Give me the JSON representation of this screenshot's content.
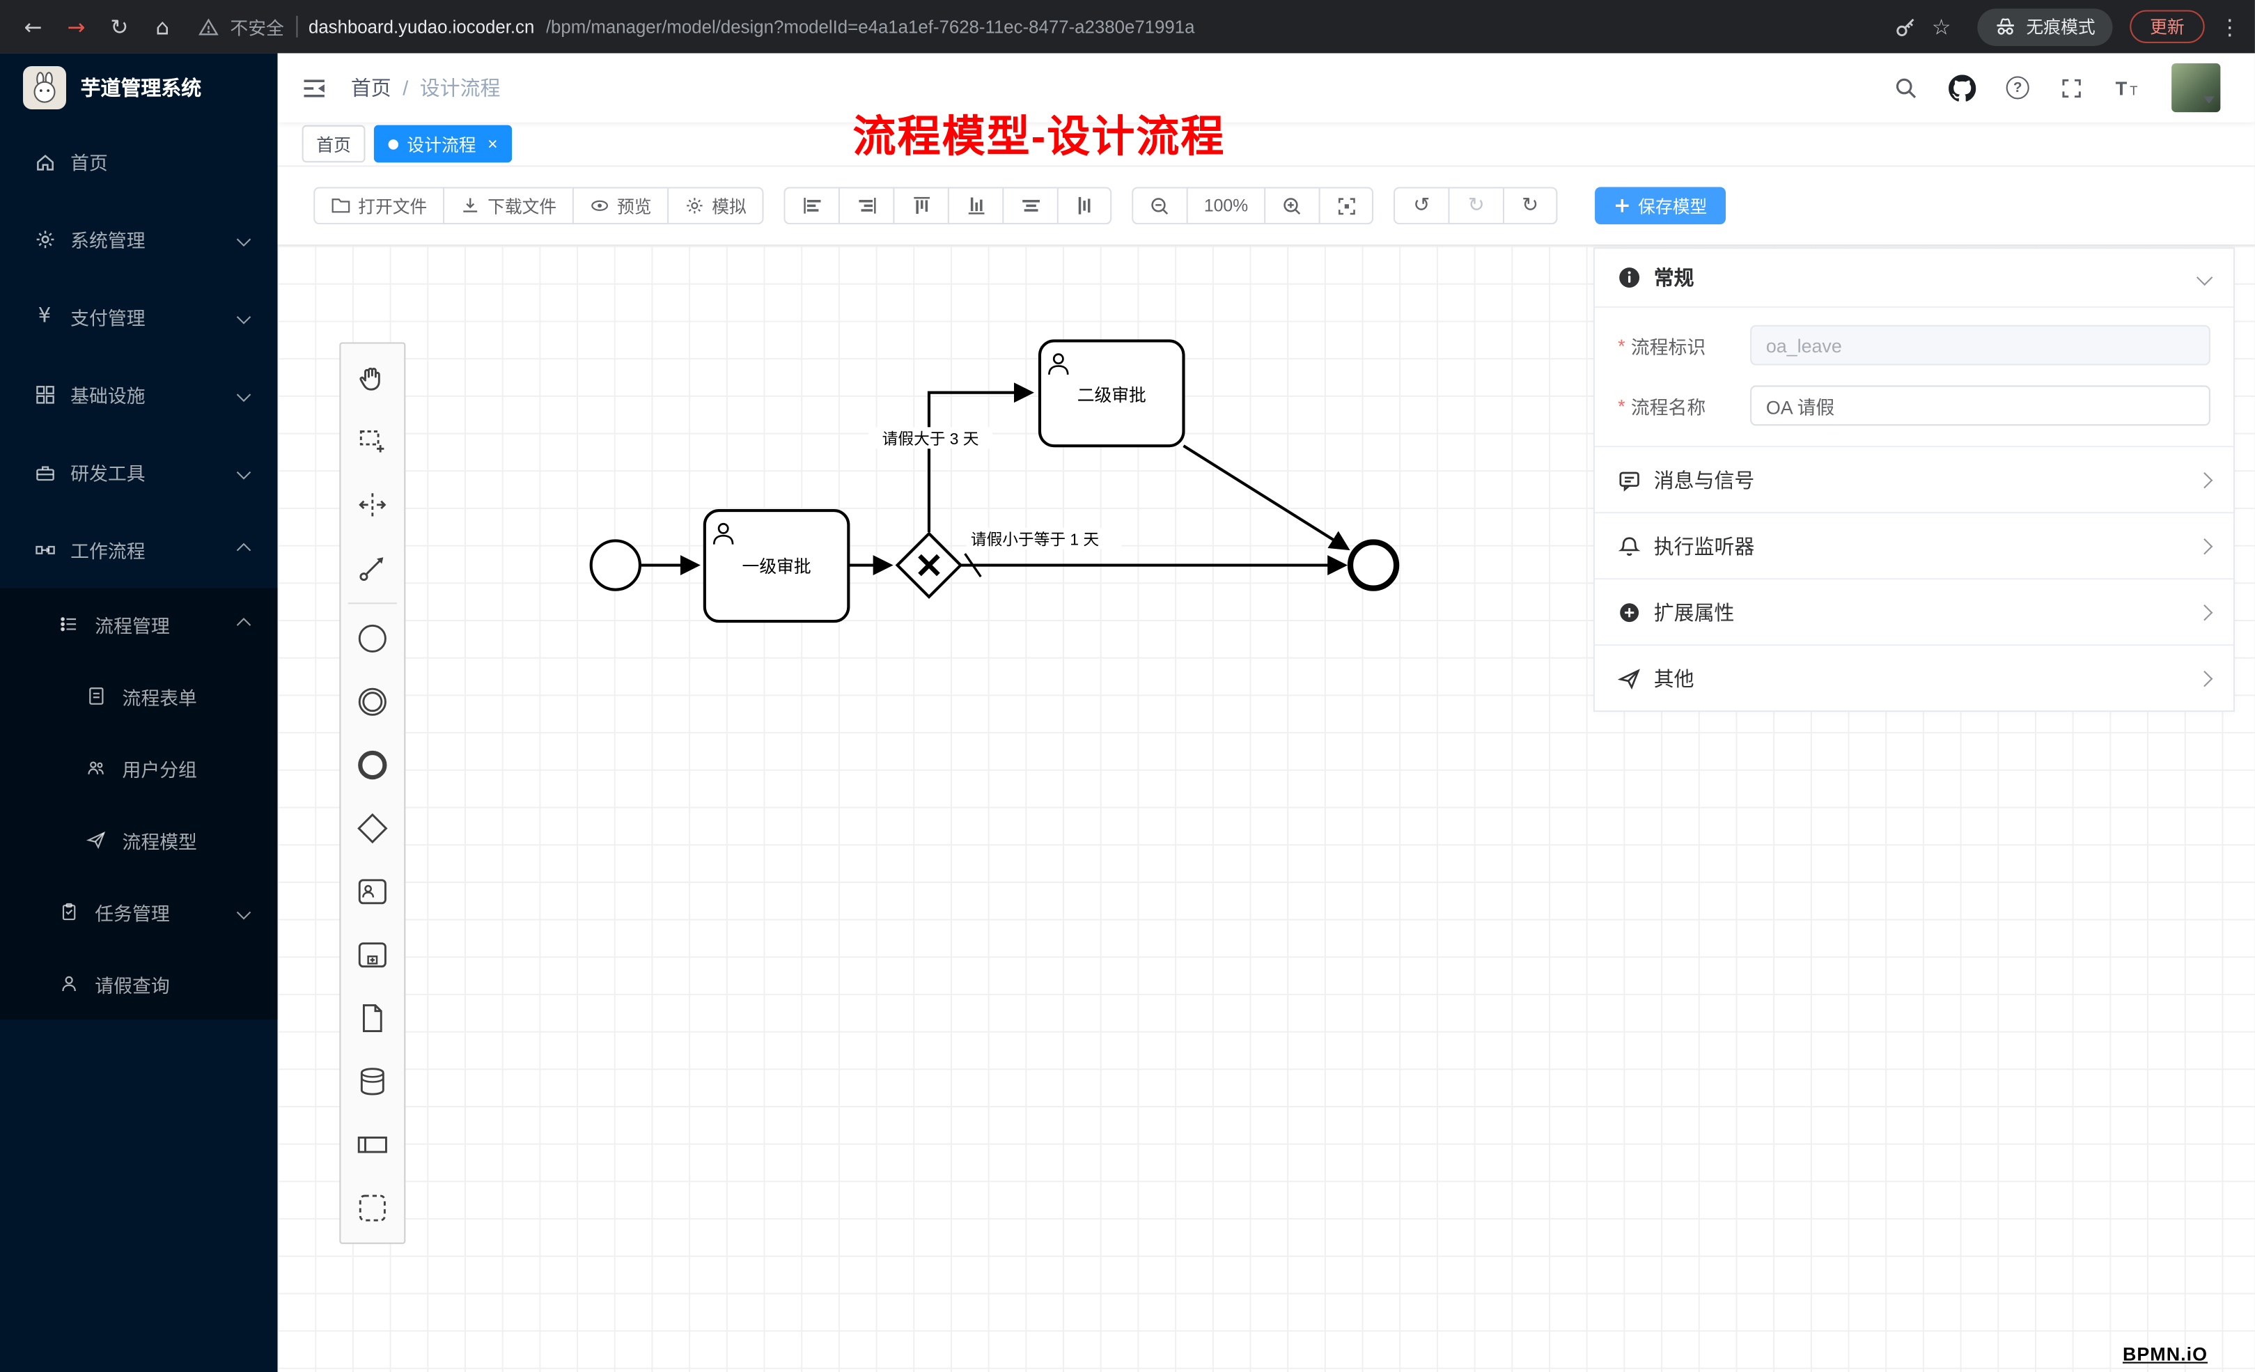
{
  "browser": {
    "warning": "不安全",
    "url_host": "dashboard.yudao.iocoder.cn",
    "url_path": "/bpm/manager/model/design?modelId=e4a1a1ef-7628-11ec-8477-a2380e71991a",
    "incognito": "无痕模式",
    "update": "更新"
  },
  "sidebar": {
    "title": "芋道管理系统",
    "items": [
      {
        "label": "首页"
      },
      {
        "label": "系统管理"
      },
      {
        "label": "支付管理"
      },
      {
        "label": "基础设施"
      },
      {
        "label": "研发工具"
      },
      {
        "label": "工作流程"
      },
      {
        "label": "流程管理"
      },
      {
        "label": "流程表单"
      },
      {
        "label": "用户分组"
      },
      {
        "label": "流程模型"
      },
      {
        "label": "任务管理"
      },
      {
        "label": "请假查询"
      }
    ]
  },
  "header": {
    "breadcrumb": {
      "home": "首页",
      "sep": "/",
      "current": "设计流程"
    }
  },
  "annotation": "流程模型-设计流程",
  "tabs": [
    {
      "label": "首页"
    },
    {
      "label": "设计流程"
    }
  ],
  "toolbar": {
    "open": "打开文件",
    "download": "下载文件",
    "preview": "预览",
    "simulate": "模拟",
    "zoom": "100%",
    "save": "保存模型"
  },
  "diagram": {
    "task1": "一级审批",
    "task2": "二级审批",
    "flow_gt": "请假大于 3 天",
    "flow_le": "请假小于等于 1 天"
  },
  "panel": {
    "general": "常规",
    "process_key_label": "流程标识",
    "process_key_value": "oa_leave",
    "process_name_label": "流程名称",
    "process_name_value": "OA 请假",
    "sections": [
      {
        "label": "消息与信号"
      },
      {
        "label": "执行监听器"
      },
      {
        "label": "扩展属性"
      },
      {
        "label": "其他"
      }
    ]
  },
  "watermark": "BPMN.iO"
}
